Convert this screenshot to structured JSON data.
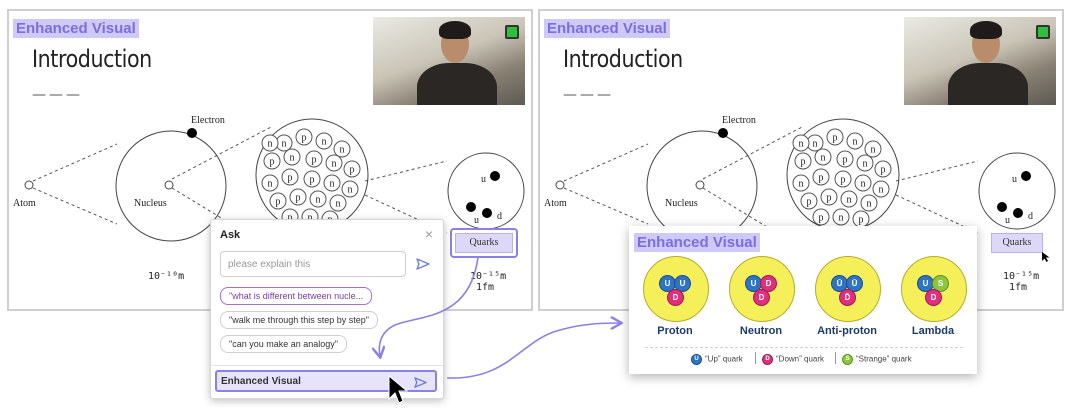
{
  "left_panel": {
    "tag": "Enhanced Visual",
    "title": "Introduction",
    "divider": "———",
    "labels": {
      "atom": "Atom",
      "nucleus": "Nucleus",
      "electron": "Electron",
      "u": "u",
      "d": "d"
    },
    "scale1": "10⁻¹⁰m",
    "scale2": "10⁻¹⁵m\n 1fm",
    "quarks_button": "Quarks"
  },
  "right_panel": {
    "tag": "Enhanced Visual",
    "title": "Introduction",
    "divider": "———",
    "labels": {
      "atom": "Atom",
      "nucleus": "Nucleus",
      "electron": "Electron",
      "u": "u",
      "d": "d"
    },
    "scale2": "10⁻¹⁵m\n 1fm",
    "quarks_button": "Quarks"
  },
  "nucleus_letters": [
    "n",
    "p",
    "n",
    "n",
    "p",
    "n",
    "p",
    "n",
    "p",
    "n",
    "p",
    "p",
    "n",
    "n",
    "p",
    "p",
    "n",
    "n",
    "p",
    "n",
    "p",
    "n"
  ],
  "ask_popup": {
    "title": "Ask",
    "close": "×",
    "input_placeholder": "please explain this",
    "suggestions": [
      "\"what is different between nucle...",
      "\"walk me through this step by step\"",
      "\"can you make an analogy\""
    ],
    "enhanced_button": "Enhanced Visual"
  },
  "enhanced_card": {
    "tag": "Enhanced Visual",
    "particles": [
      {
        "name": "Proton",
        "quarks": [
          "U",
          "U",
          "D"
        ]
      },
      {
        "name": "Neutron",
        "quarks": [
          "U",
          "D",
          "D"
        ]
      },
      {
        "name": "Anti-proton",
        "quarks": [
          "Ū",
          "Ū",
          "D̄"
        ]
      },
      {
        "name": "Lambda",
        "quarks": [
          "U",
          "S",
          "D"
        ]
      }
    ],
    "legend": [
      {
        "symbol": "U",
        "text": "“Up” quark"
      },
      {
        "symbol": "D",
        "text": "“Down” quark"
      },
      {
        "symbol": "S",
        "text": "“Strange” quark"
      }
    ]
  },
  "colors": {
    "accent": "#8b7fe8",
    "tag_bg": "#cfc9f7",
    "up": "#2f74c4",
    "down": "#e12e7d",
    "strange": "#8cc63f",
    "particle": "#f5ef5a"
  }
}
